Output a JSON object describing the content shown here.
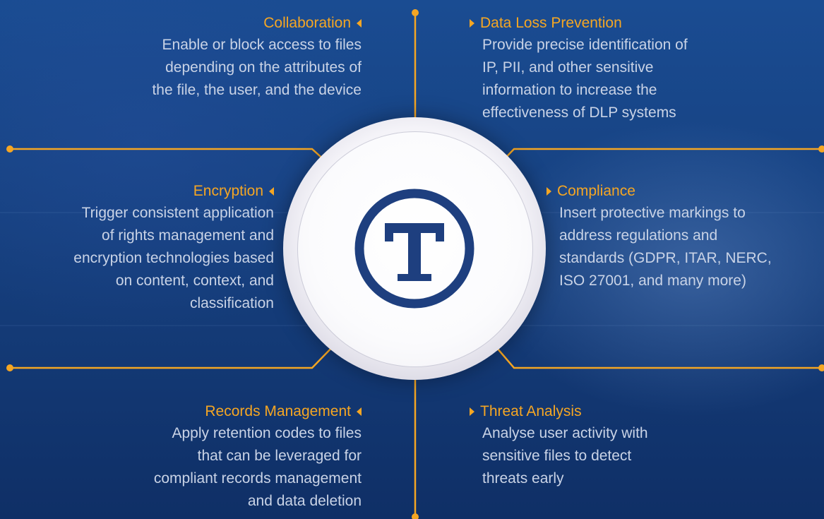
{
  "colors": {
    "accent": "#f5a623",
    "text": "#c9d3e6",
    "background": "#16407f",
    "logo": "#1e3f7f"
  },
  "center": {
    "logo_icon": "t-circle-logo-icon"
  },
  "items": {
    "collaboration": {
      "title": "Collaboration",
      "lines": [
        "Enable or block access to files",
        "depending on the attributes of",
        "the file, the user, and the device"
      ]
    },
    "dlp": {
      "title": "Data Loss Prevention",
      "lines": [
        "Provide precise identification of",
        "IP, PII, and other sensitive",
        "information to increase the",
        "effectiveness of DLP systems"
      ]
    },
    "encryption": {
      "title": "Encryption",
      "lines": [
        "Trigger consistent application",
        "of rights management and",
        "encryption technologies based",
        "on content, context, and",
        "classification"
      ]
    },
    "compliance": {
      "title": "Compliance",
      "lines": [
        "Insert protective markings to",
        "address regulations and",
        "standards (GDPR, ITAR, NERC,",
        "ISO 27001, and many more)"
      ]
    },
    "records": {
      "title": "Records Management",
      "lines": [
        "Apply retention codes to files",
        "that can be leveraged for",
        "compliant records management",
        "and data deletion"
      ]
    },
    "threat": {
      "title": "Threat Analysis",
      "lines": [
        "Analyse user activity with",
        "sensitive files to detect",
        "threats early"
      ]
    }
  }
}
